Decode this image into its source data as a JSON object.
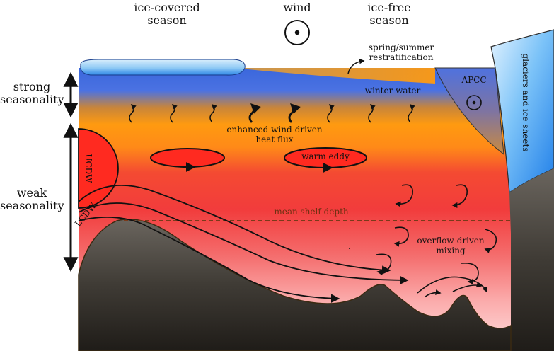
{
  "header": {
    "ice_covered": [
      "ice-covered",
      "season"
    ],
    "wind": "wind",
    "ice_free": [
      "ice-free",
      "season"
    ]
  },
  "left": {
    "strong": [
      "strong",
      "seasonality"
    ],
    "weak": [
      "weak",
      "seasonality"
    ]
  },
  "labels": {
    "restrat": [
      "spring/summer",
      "restratification"
    ],
    "winter_water": "winter water",
    "apcc": "APCC",
    "glaciers": "glaciers and ice sheets",
    "heat_flux": [
      "enhanced wind-driven",
      "heat flux"
    ],
    "warm_eddy": "warm eddy",
    "ucdw": "UCDW",
    "lcdw": "LCDW",
    "shelf_depth": "mean shelf depth",
    "overflow": [
      "overflow-driven",
      "mixing"
    ]
  },
  "colors": {
    "surface_blue": "#3f6fe0",
    "winter_orange": "#ff9a10",
    "warm_red": "#f23c3c",
    "deep_pink": "#ffd8d8",
    "seafloor": "#3c3830",
    "eddy_red": "#ff2a20",
    "ice": "#8ec9f5"
  },
  "icons": [
    "wind-out-of-page-icon",
    "heat-flux-arrow-icon",
    "overflow-mixing-swirl-icon"
  ]
}
